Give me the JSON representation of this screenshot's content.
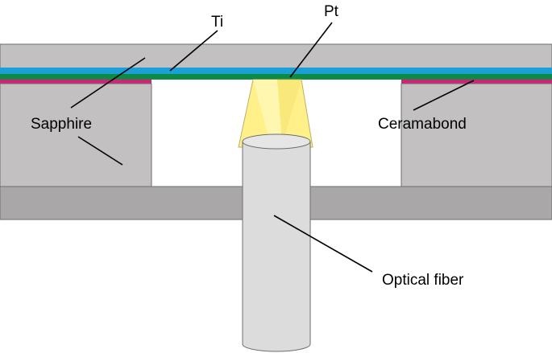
{
  "labels": {
    "ti": "Ti",
    "pt": "Pt",
    "sapphire": "Sapphire",
    "ceramabond": "Ceramabond",
    "optical_fiber": "Optical fiber"
  },
  "colors": {
    "sapphire": "#c2c0c1",
    "base_plate": "#a9a7a8",
    "ti_layer": "#1aa0d6",
    "pt_layer": "#0d8a45",
    "ceramabond": "#d8207a",
    "light_cone": "#fff08a",
    "fiber": "#dcdcdc",
    "outline": "#6e6e6e"
  }
}
